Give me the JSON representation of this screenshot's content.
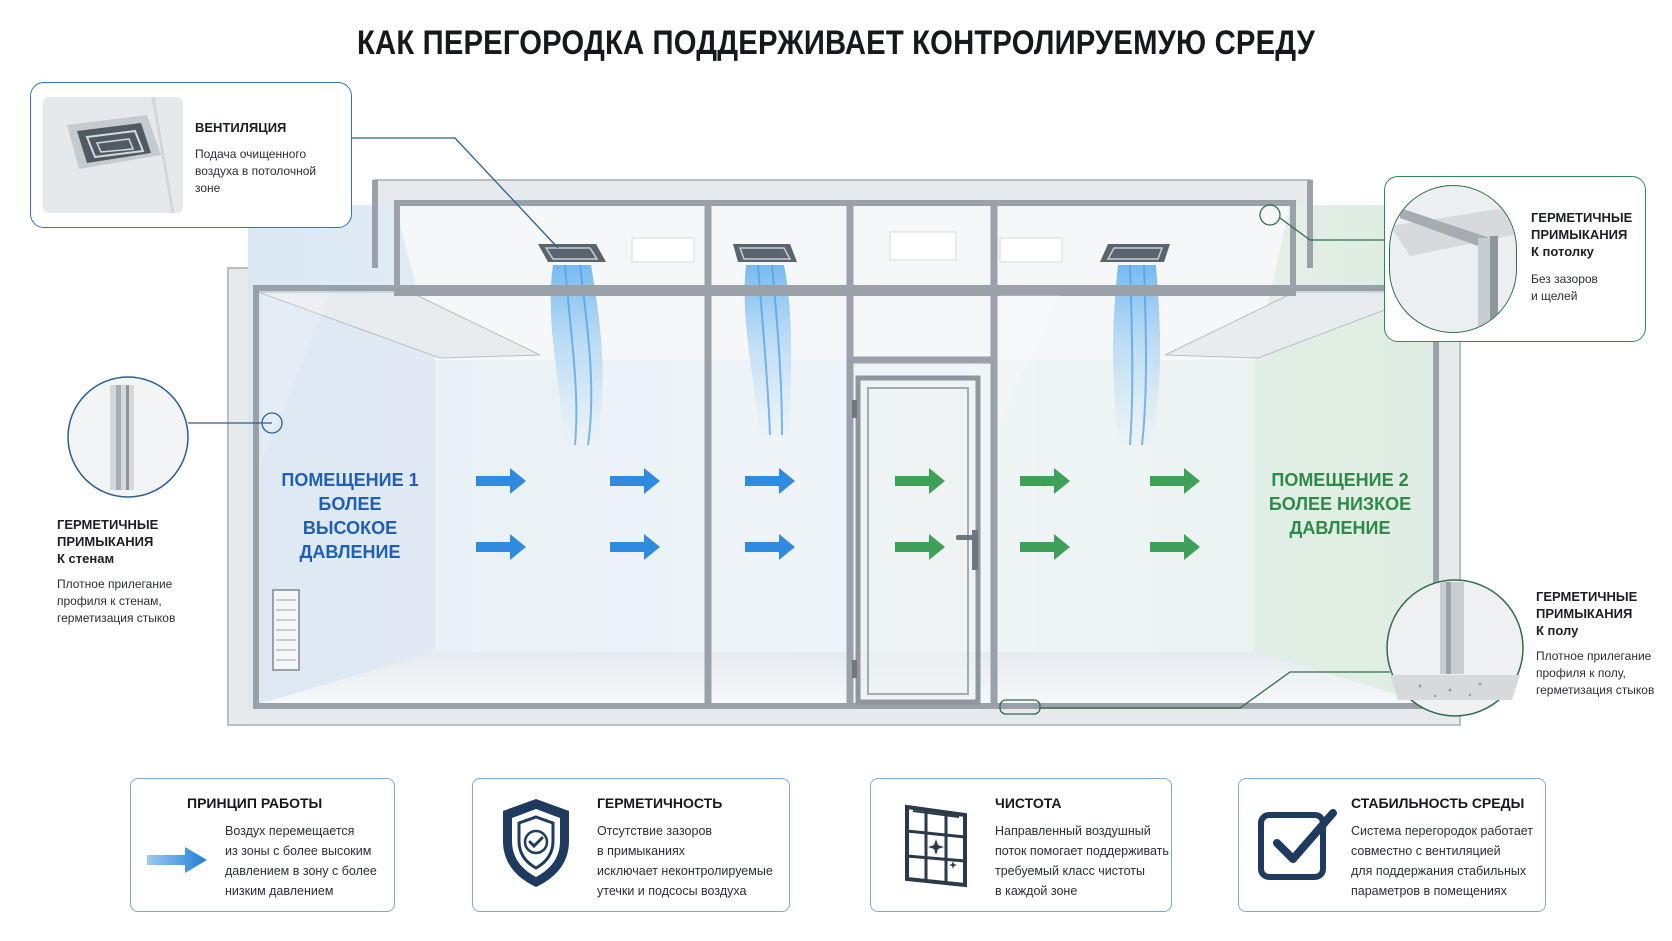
{
  "title": "КАК ПЕРЕГОРОДКА ПОДДЕРЖИВАЕТ КОНТРОЛИРУЕМУЮ СРЕДУ",
  "colors": {
    "blue": "#2b78c4",
    "green": "#2f8a5a",
    "dark": "#1b1f24"
  },
  "callouts": {
    "ventilation": {
      "heading": "ВЕНТИЛЯЦИЯ",
      "lines": [
        "Подача очищенного",
        "воздуха в потолочной",
        "зоне"
      ],
      "icon": "ceiling-diffuser-photo"
    },
    "ceiling": {
      "heading_lines": [
        "ГЕРМЕТИЧНЫЕ",
        "ПРИМЫКАНИЯ"
      ],
      "sub": "К потолку",
      "lines": [
        "Без зазоров",
        "и щелей"
      ],
      "icon": "ceiling-joint-photo"
    },
    "walls": {
      "heading_lines": [
        "ГЕРМЕТИЧНЫЕ",
        "ПРИМЫКАНИЯ"
      ],
      "sub": "К стенам",
      "lines": [
        "Плотное прилегание",
        "профиля к стенам,",
        "герметизация стыков"
      ],
      "icon": "wall-joint-photo"
    },
    "floor": {
      "heading_lines": [
        "ГЕРМЕТИЧНЫЕ",
        "ПРИМЫКАНИЯ"
      ],
      "sub": "К полу",
      "lines": [
        "Плотное прилегание",
        "профиля к полу,",
        "герметизация стыков"
      ],
      "icon": "floor-joint-photo"
    }
  },
  "rooms": {
    "room1": {
      "lines": [
        "ПОМЕЩЕНИЕ 1",
        "БОЛЕЕ ВЫСОКОЕ",
        "ДАВЛЕНИЕ"
      ]
    },
    "room2": {
      "lines": [
        "ПОМЕЩЕНИЕ 2",
        "БОЛЕЕ НИЗКОЕ",
        "ДАВЛЕНИЕ"
      ]
    }
  },
  "cards": [
    {
      "title": "ПРИНЦИП РАБОТЫ",
      "lines": [
        "Воздух перемещается",
        "из зоны с более высоким",
        "давлением в зону с более",
        "низким давлением"
      ],
      "icon": "airflow-arrow-icon"
    },
    {
      "title": "ГЕРМЕТИЧНОСТЬ",
      "lines": [
        "Отсутствие зазоров",
        "в примыканиях",
        "исключает неконтролируемые",
        "утечки и подсосы воздуха"
      ],
      "icon": "shield-check-icon"
    },
    {
      "title": "ЧИСТОТА",
      "lines": [
        "Направленный воздушный",
        "поток помогает поддерживать",
        "требуемый класс чистоты",
        "в каждой зоне"
      ],
      "icon": "clean-window-icon"
    },
    {
      "title": "СТАБИЛЬНОСТЬ СРЕДЫ",
      "lines": [
        "Система перегородок работает",
        "совместно с вентиляцией",
        "для поддержания стабильных",
        "параметров в помещениях"
      ],
      "icon": "checkbox-check-icon"
    }
  ]
}
